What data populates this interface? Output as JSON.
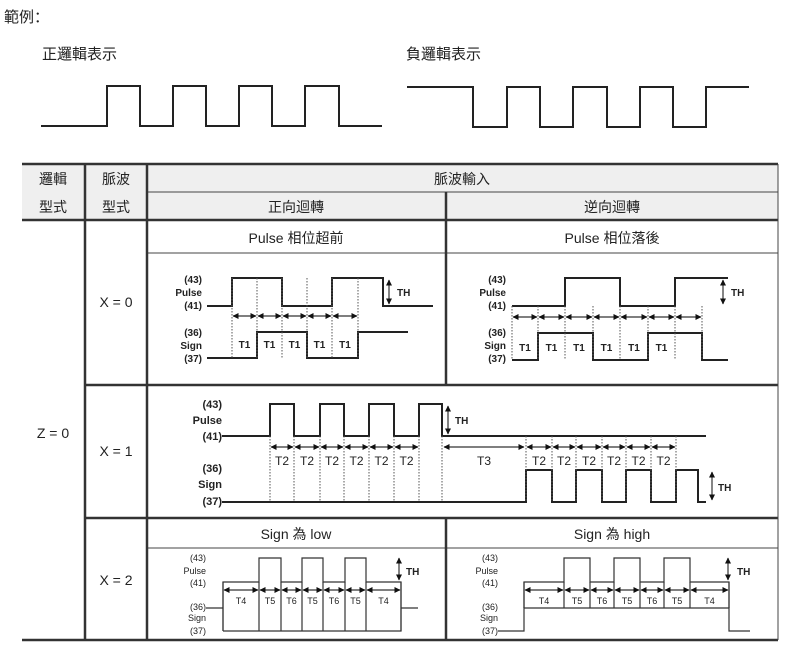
{
  "example_label": "範例：",
  "positive_logic": "正邏輯表示",
  "negative_logic": "負邏輯表示",
  "table": {
    "col_logic": [
      "邏輯",
      "型式"
    ],
    "col_pulse_type": [
      "脈波",
      "型式"
    ],
    "pulse_input": "脈波輸入",
    "forward": "正向迴轉",
    "reverse": "逆向迴轉",
    "z_label": "Z = 0",
    "rows": {
      "x0": {
        "label": "X = 0",
        "left_title": "Pulse 相位超前",
        "right_title": "Pulse 相位落後",
        "left_t": [
          "T1",
          "T1",
          "T1",
          "T1",
          "T1"
        ],
        "right_t": [
          "T1",
          "T1",
          "T1",
          "T1",
          "T1",
          "T1"
        ]
      },
      "x1": {
        "label": "X = 1",
        "t_first": [
          "T2",
          "T2",
          "T2",
          "T2",
          "T2",
          "T2"
        ],
        "t3": "T3",
        "t_second": [
          "T2",
          "T2",
          "T2",
          "T2",
          "T2",
          "T2"
        ]
      },
      "x2": {
        "label": "X = 2",
        "left_title": "Sign 為 low",
        "right_title": "Sign 為 high",
        "left_t": [
          "T4",
          "T5",
          "T6",
          "T5",
          "T6",
          "T5",
          "T4"
        ],
        "right_t": [
          "T4",
          "T5",
          "T6",
          "T5",
          "T6",
          "T5",
          "T4"
        ]
      }
    },
    "signals": {
      "p43": "(43)",
      "pulse": "Pulse",
      "p41": "(41)",
      "p36": "(36)",
      "sign": "Sign",
      "p37": "(37)",
      "th": "TH"
    }
  }
}
